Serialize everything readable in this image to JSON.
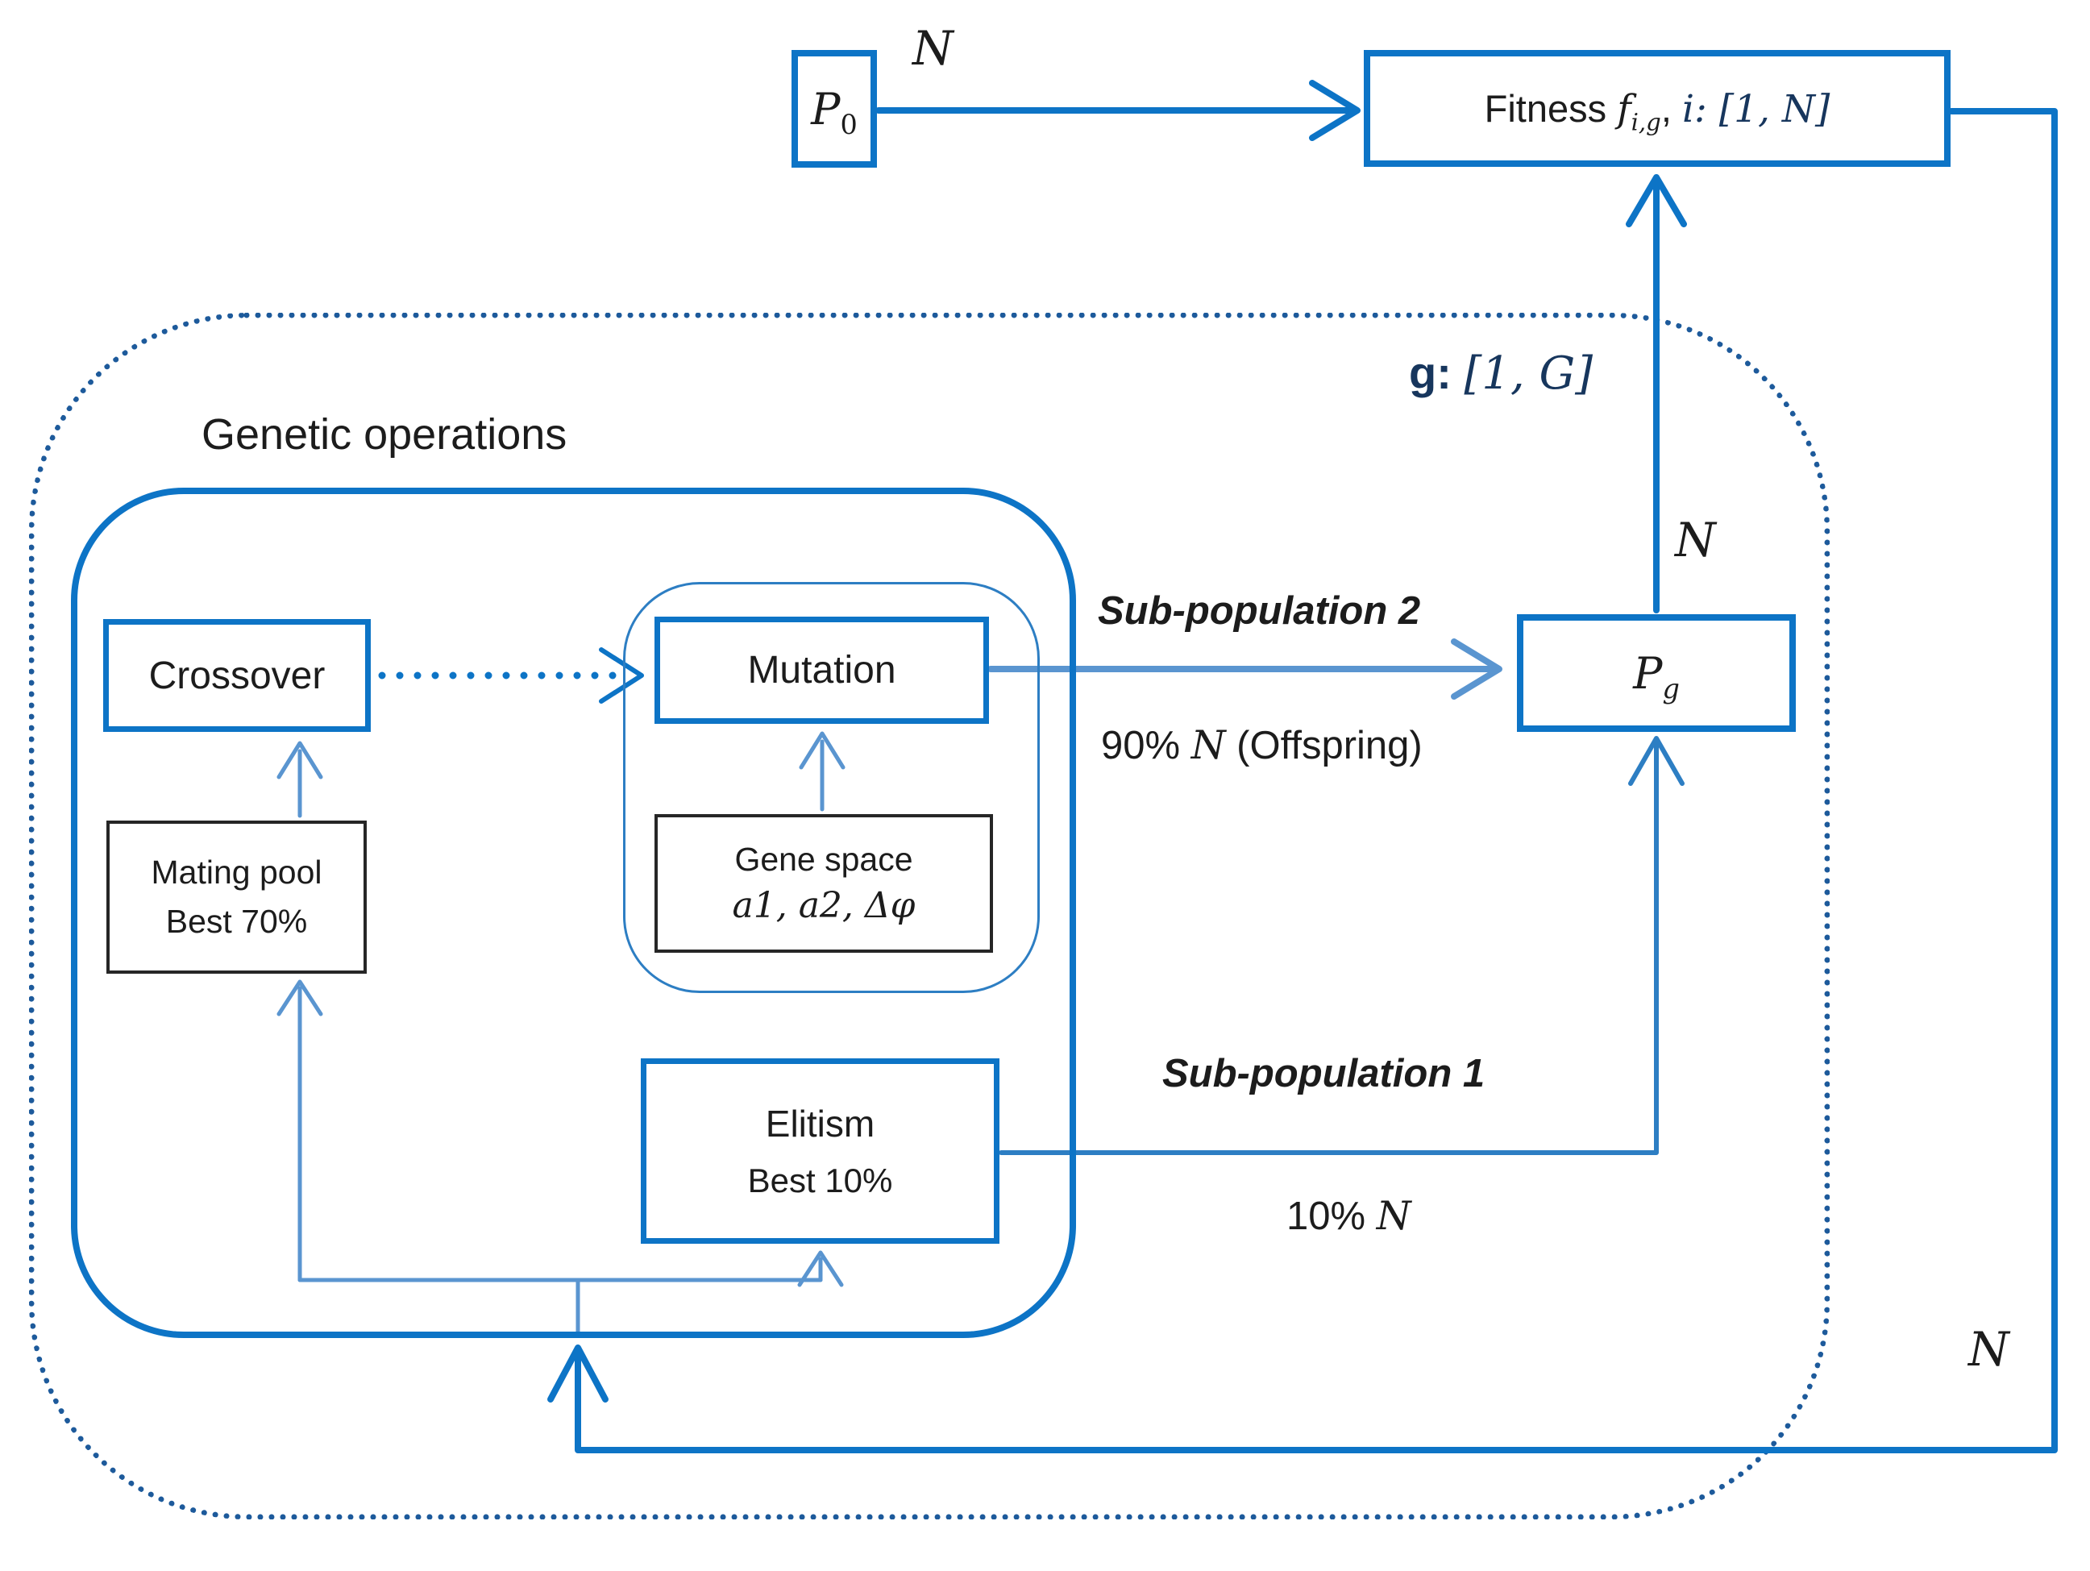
{
  "colors": {
    "blue_primary": "#0d74c6",
    "blue_medium": "#2d7ec3",
    "blue_light": "#5a95d0",
    "navy": "#17365d",
    "navy_dots": "#1d5a9b",
    "ink": "#1c1c1c"
  },
  "nodes": {
    "p0": {
      "base": "P",
      "sub": "0"
    },
    "fitness": {
      "prefix": "Fitness ",
      "f": "f",
      "f_sub": "i,g",
      "sep": ", ",
      "range": "i: [1, N]"
    },
    "pg": {
      "base": "P",
      "sub": "g"
    },
    "crossover": {
      "label": "Crossover"
    },
    "mutation": {
      "label": "Mutation"
    },
    "mating_pool": {
      "line1": "Mating pool",
      "line2": "Best 70%"
    },
    "gene_space": {
      "line1": "Gene space",
      "line2": "a1, a2, Δφ"
    },
    "elitism": {
      "line1": "Elitism",
      "line2": "Best 10%"
    }
  },
  "labels": {
    "title": "Genetic operations",
    "n_top": "N",
    "n_mid": "N",
    "n_bottom": "N",
    "g_prefix": "g:",
    "g_range": "[1, G]",
    "sub_population_2": "Sub-population 2",
    "offspring_prefix": "90% ",
    "offspring_n": "N",
    "offspring_suffix": " (Offspring)",
    "sub_population_1": "Sub-population 1",
    "elite_prefix": "10% ",
    "elite_n": "N"
  }
}
